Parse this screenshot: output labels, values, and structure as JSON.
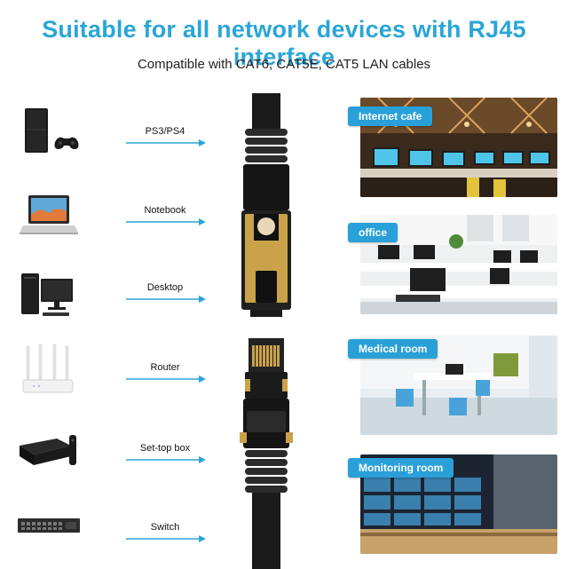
{
  "header": {
    "title": "Suitable for all network devices with RJ45 interface",
    "subtitle": "Compatible with CAT6, CAT5E, CAT5 LAN cables"
  },
  "devices": [
    {
      "label": "PS3/PS4",
      "icon": "game-console-icon"
    },
    {
      "label": "Notebook",
      "icon": "laptop-icon"
    },
    {
      "label": "Desktop",
      "icon": "desktop-computer-icon"
    },
    {
      "label": "Router",
      "icon": "router-icon"
    },
    {
      "label": "Set-top box",
      "icon": "set-top-box-icon"
    },
    {
      "label": "Switch",
      "icon": "network-switch-icon"
    }
  ],
  "scenes": [
    {
      "label": "Internet cafe"
    },
    {
      "label": "office"
    },
    {
      "label": "Medical room"
    },
    {
      "label": "Monitoring room"
    }
  ],
  "colors": {
    "accent": "#2aa6d6",
    "badge": "#2aa0d8",
    "cable": "#1a1a1a",
    "gold": "#c9a24a"
  }
}
